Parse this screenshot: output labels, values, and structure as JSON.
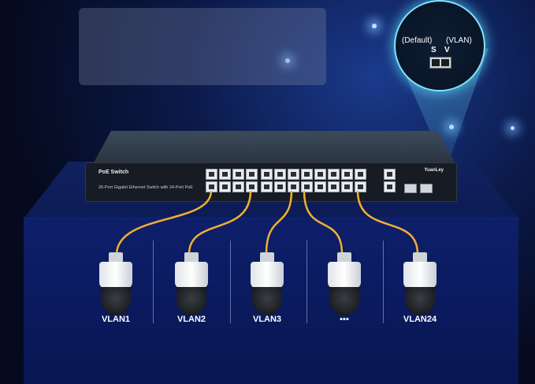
{
  "switch": {
    "brand": "PoE Switch",
    "description": "26-Port Gigabit Ethernet Switch with 24-Port PoE",
    "logo": "YuanLey"
  },
  "dip_switch": {
    "default_label": "(Default)",
    "vlan_label": "(VLAN)",
    "s_label": "S",
    "v_label": "V"
  },
  "cameras": [
    {
      "label": "VLAN1"
    },
    {
      "label": "VLAN2"
    },
    {
      "label": "VLAN3"
    },
    {
      "label": "▪▪▪"
    },
    {
      "label": "VLAN24"
    }
  ],
  "colors": {
    "cable": "#f0b030",
    "background": "#050a1e",
    "box": "#0e1f6b",
    "accent": "#7fe6ff"
  }
}
